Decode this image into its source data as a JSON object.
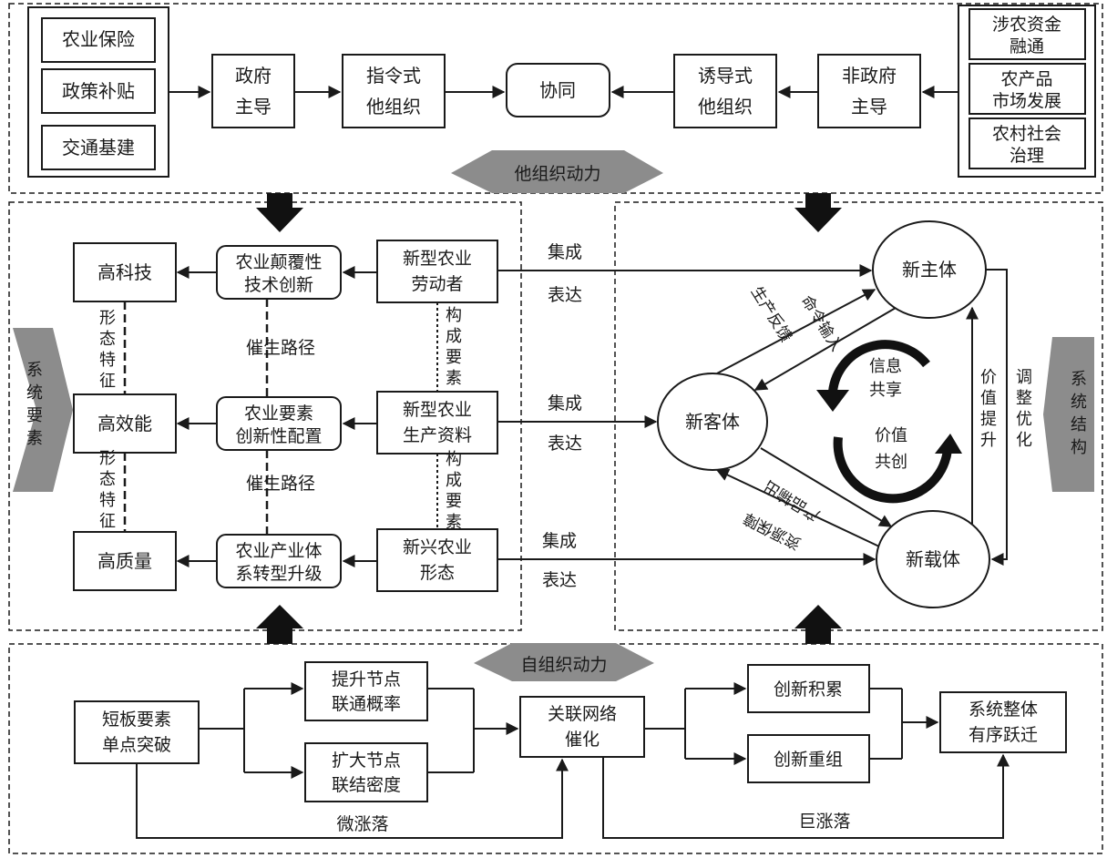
{
  "top": {
    "left_inputs": [
      "农业保险",
      "政策补贴",
      "交通基建"
    ],
    "gov_lead": [
      "政府",
      "主导"
    ],
    "directive": [
      "指令式",
      "他组织"
    ],
    "synergy": "协同",
    "induced": [
      "诱导式",
      "他组织"
    ],
    "nongov_lead": [
      "非政府",
      "主导"
    ],
    "right_inputs": [
      [
        "涉农资金",
        "融通"
      ],
      [
        "农产品",
        "市场发展"
      ],
      [
        "农村社会",
        "治理"
      ]
    ],
    "banner": "他组织动力"
  },
  "elements": {
    "side_label": [
      "系",
      "统",
      "要",
      "素"
    ],
    "targets": [
      "高科技",
      "高效能",
      "高质量"
    ],
    "form_feature": [
      "形",
      "态",
      "特",
      "征"
    ],
    "innovations": [
      [
        "农业颠覆性",
        "技术创新"
      ],
      [
        "农业要素",
        "创新性配置"
      ],
      [
        "农业产业体",
        "系转型升级"
      ]
    ],
    "catalysis_path": "催生路径",
    "sources": [
      [
        "新型农业",
        "劳动者"
      ],
      [
        "新型农业",
        "生产资料"
      ],
      [
        "新兴农业",
        "形态"
      ]
    ],
    "components": [
      "构",
      "成",
      "要",
      "素"
    ]
  },
  "integration": [
    "集成",
    "表达"
  ],
  "structure": {
    "side_label": [
      "系",
      "统",
      "结",
      "构"
    ],
    "new_subject": "新主体",
    "new_object": "新客体",
    "new_carrier": "新载体",
    "production_feedback": "生产反馈",
    "command_input": "命令输入",
    "product_output": "产品输出",
    "resource_guarantee": "资源保障",
    "value_lift": [
      "价",
      "值",
      "提",
      "升"
    ],
    "adjust_optimize": [
      "调",
      "整",
      "优",
      "化"
    ],
    "info_share": [
      "信息",
      "共享"
    ],
    "value_cocreate": [
      "价值",
      "共创"
    ]
  },
  "bottom": {
    "banner": "自组织动力",
    "breakthrough": [
      "短板要素",
      "单点突破"
    ],
    "raise_prob": [
      "提升节点",
      "联通概率"
    ],
    "expand_density": [
      "扩大节点",
      "联结密度"
    ],
    "network": [
      "关联网络",
      "催化"
    ],
    "accumulate": "创新积累",
    "recombine": "创新重组",
    "leap": [
      "系统整体",
      "有序跃迁"
    ],
    "micro_fluct": "微涨落",
    "macro_fluct": "巨涨落"
  },
  "colors": {
    "ink": "#1a1a1a",
    "banner_gray": "#8c8c8c",
    "paper": "#ffffff"
  }
}
